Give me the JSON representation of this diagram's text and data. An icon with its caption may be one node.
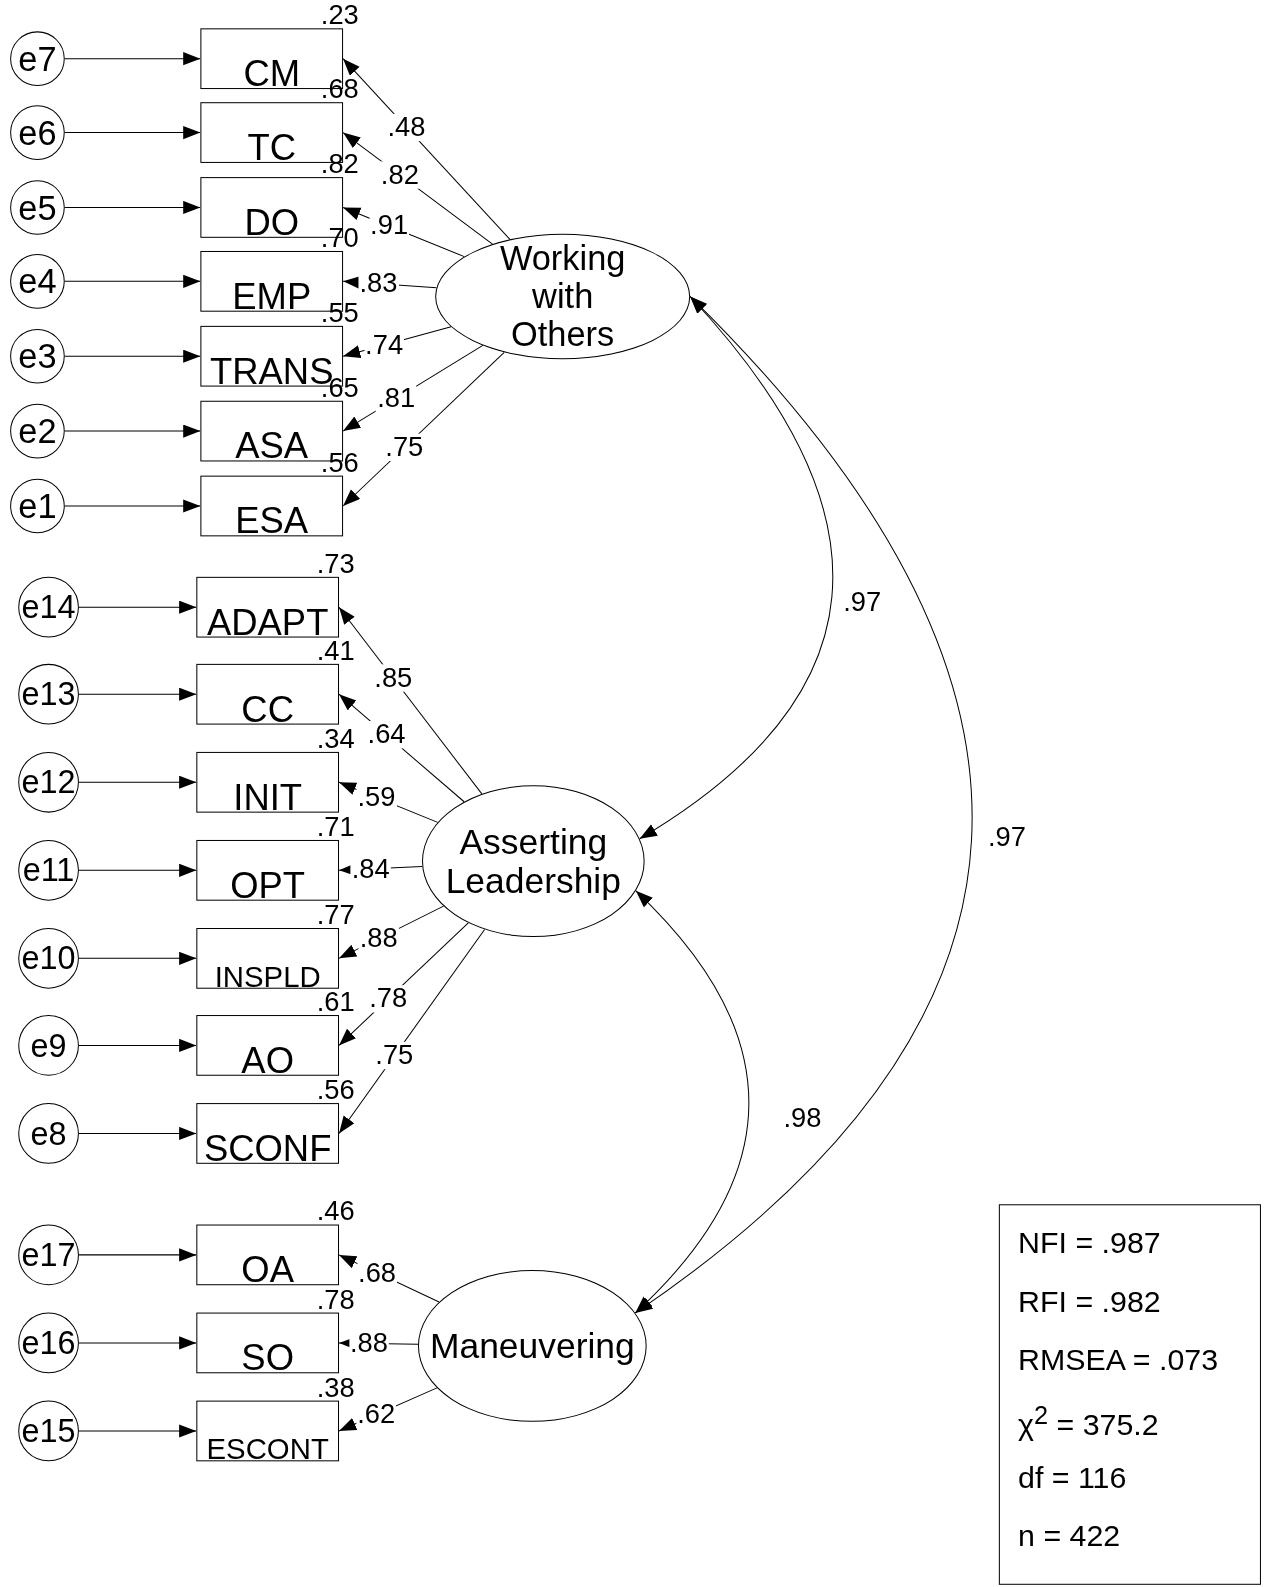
{
  "diagram": {
    "nodes": [
      {
        "text": [
          "e7"
        ]
      },
      {
        "text": [
          "CM"
        ],
        "beside": [
          ".23"
        ]
      },
      {
        "text": [
          "e6"
        ]
      },
      {
        "text": [
          "TC"
        ],
        "beside": [
          ".68"
        ]
      },
      {
        "text": [
          "e5"
        ]
      },
      {
        "text": [
          "DO"
        ],
        "beside": [
          ".82"
        ]
      },
      {
        "text": [
          "e4"
        ]
      },
      {
        "text": [
          "EMP"
        ],
        "beside": [
          ".70"
        ]
      },
      {
        "text": [
          "e3"
        ]
      },
      {
        "text": [
          "TRANS"
        ],
        "beside": [
          ".55"
        ]
      },
      {
        "text": [
          "e2"
        ]
      },
      {
        "text": [
          "ASA"
        ],
        "beside": [
          ".65"
        ]
      },
      {
        "text": [
          "e1"
        ]
      },
      {
        "text": [
          "ESA"
        ],
        "beside": [
          ".56"
        ]
      },
      {
        "text": [
          "Working with Others"
        ]
      },
      {
        "text": [
          "e14"
        ]
      },
      {
        "text": [
          "ADAPT"
        ],
        "beside": [
          ".73"
        ]
      },
      {
        "text": [
          "e13"
        ]
      },
      {
        "text": [
          "CC"
        ],
        "beside": [
          ".41"
        ]
      },
      {
        "text": [
          "e12"
        ]
      },
      {
        "text": [
          "INIT"
        ],
        "beside": [
          ".34"
        ]
      },
      {
        "text": [
          "e11"
        ]
      },
      {
        "text": [
          "OPT"
        ],
        "beside": [
          ".71"
        ]
      },
      {
        "text": [
          "e10"
        ]
      },
      {
        "text": [
          "INSPLD"
        ],
        "beside": [
          ".77"
        ]
      },
      {
        "text": [
          "e9"
        ]
      },
      {
        "text": [
          "AO"
        ],
        "beside": [
          ".61"
        ]
      },
      {
        "text": [
          "e8"
        ]
      },
      {
        "text": [
          "SCONF"
        ],
        "beside": [
          ".56"
        ]
      },
      {
        "text": [
          "Asserting Leadership"
        ]
      },
      {
        "text": [
          "e17"
        ]
      },
      {
        "text": [
          "OA"
        ],
        "beside": [
          ".46"
        ]
      },
      {
        "text": [
          "e16"
        ]
      },
      {
        "text": [
          "SO"
        ],
        "beside": [
          ".78"
        ]
      },
      {
        "text": [
          "e15"
        ]
      },
      {
        "text": [
          "ESCONT"
        ],
        "beside": [
          ".38"
        ]
      },
      {
        "text": [
          "Maneuvering"
        ]
      },
      {
        "text": [
          "NFI = .987",
          "RFI = .982",
          "RMSEA = .073",
          "χ$^{2}$ = 375.2",
          "df = 116",
          "n = 422"
        ]
      }
    ],
    "edges": [
      {
        "from": 0,
        "to": 1,
        "arrow": "to"
      },
      {
        "from": 2,
        "to": 3,
        "arrow": "to"
      },
      {
        "from": 4,
        "to": 5,
        "arrow": "to"
      },
      {
        "from": 6,
        "to": 7,
        "arrow": "to"
      },
      {
        "from": 8,
        "to": 9,
        "arrow": "to"
      },
      {
        "from": 10,
        "to": 11,
        "arrow": "to"
      },
      {
        "from": 12,
        "to": 13,
        "arrow": "to"
      },
      {
        "from": 14,
        "to": 1,
        "arrow": "to",
        "label": ".48"
      },
      {
        "from": 14,
        "to": 3,
        "arrow": "to",
        "label": ".82"
      },
      {
        "from": 14,
        "to": 5,
        "arrow": "to",
        "label": ".91"
      },
      {
        "from": 14,
        "to": 7,
        "arrow": "to",
        "label": ".83"
      },
      {
        "from": 14,
        "to": 9,
        "arrow": "to",
        "label": ".74"
      },
      {
        "from": 14,
        "to": 11,
        "arrow": "to",
        "label": ".81"
      },
      {
        "from": 14,
        "to": 13,
        "arrow": "to",
        "label": ".75"
      },
      {
        "from": 15,
        "to": 16,
        "arrow": "to"
      },
      {
        "from": 17,
        "to": 18,
        "arrow": "to"
      },
      {
        "from": 19,
        "to": 20,
        "arrow": "to"
      },
      {
        "from": 21,
        "to": 22,
        "arrow": "to"
      },
      {
        "from": 23,
        "to": 24,
        "arrow": "to"
      },
      {
        "from": 25,
        "to": 26,
        "arrow": "to"
      },
      {
        "from": 27,
        "to": 28,
        "arrow": "to"
      },
      {
        "from": 29,
        "to": 16,
        "arrow": "to",
        "label": ".85"
      },
      {
        "from": 29,
        "to": 18,
        "arrow": "to",
        "label": ".64"
      },
      {
        "from": 29,
        "to": 20,
        "arrow": "to",
        "label": ".59"
      },
      {
        "from": 29,
        "to": 22,
        "arrow": "to",
        "label": ".84"
      },
      {
        "from": 29,
        "to": 24,
        "arrow": "to",
        "label": ".88"
      },
      {
        "from": 29,
        "to": 26,
        "arrow": "to",
        "label": ".78"
      },
      {
        "from": 29,
        "to": 28,
        "arrow": "to",
        "label": ".75"
      },
      {
        "from": 30,
        "to": 31,
        "arrow": "to"
      },
      {
        "from": 32,
        "to": 33,
        "arrow": "to"
      },
      {
        "from": 34,
        "to": 35,
        "arrow": "to"
      },
      {
        "from": 36,
        "to": 31,
        "arrow": "to",
        "label": ".68"
      },
      {
        "from": 36,
        "to": 33,
        "arrow": "to",
        "label": ".88"
      },
      {
        "from": 36,
        "to": 35,
        "arrow": "to",
        "label": ".62"
      },
      {
        "from": 14,
        "to": 29,
        "arrow": "both",
        "label": ".97"
      },
      {
        "from": 14,
        "to": 36,
        "arrow": "both",
        "label": ".97"
      },
      {
        "from": 29,
        "to": 36,
        "arrow": "both",
        "label": ".98"
      }
    ]
  }
}
